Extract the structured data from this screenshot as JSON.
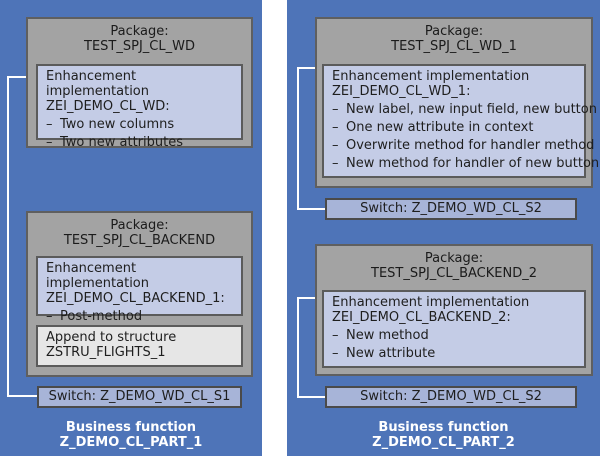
{
  "left": {
    "package_wd": {
      "title_line1": "Package:",
      "title_line2": "TEST_SPJ_CL_WD",
      "enhancement": {
        "line1": "Enhancement implementation",
        "line2": "ZEI_DEMO_CL_WD:",
        "items": [
          "Two new columns",
          "Two new attributes"
        ]
      }
    },
    "package_backend": {
      "title_line1": "Package:",
      "title_line2": "TEST_SPJ_CL_BACKEND",
      "enhancement": {
        "line1": "Enhancement implementation",
        "line2": "ZEI_DEMO_CL_BACKEND_1:",
        "items": [
          "Post-method"
        ]
      },
      "append": {
        "line1": "Append to structure",
        "line2": "ZSTRU_FLIGHTS_1"
      }
    },
    "switch": "Switch: Z_DEMO_WD_CL_S1",
    "business_function": {
      "line1": "Business function",
      "line2": "Z_DEMO_CL_PART_1"
    }
  },
  "right": {
    "package_wd": {
      "title_line1": "Package:",
      "title_line2": "TEST_SPJ_CL_WD_1",
      "enhancement": {
        "line1": "Enhancement implementation",
        "line2": "ZEI_DEMO_CL_WD_1:",
        "items": [
          "New label, new input field, new button",
          "One new attribute in context",
          "Overwrite method for handler method",
          "New method for handler of new button"
        ]
      }
    },
    "switch_top": "Switch: Z_DEMO_WD_CL_S2",
    "package_backend": {
      "title_line1": "Package:",
      "title_line2": "TEST_SPJ_CL_BACKEND_2",
      "enhancement": {
        "line1": "Enhancement implementation",
        "line2": "ZEI_DEMO_CL_BACKEND_2:",
        "items": [
          "New method",
          "New attribute"
        ]
      }
    },
    "switch_bottom": "Switch: Z_DEMO_WD_CL_S2",
    "business_function": {
      "line1": "Business function",
      "line2": "Z_DEMO_CL_PART_2"
    }
  },
  "list_dash": "–",
  "colors": {
    "business_function_bg": "#4e74b8",
    "package_bg": "#a3a3a3",
    "enhancement_bg": "#c4cce6",
    "append_bg": "#e6e6e6",
    "switch_bg": "#a7b4d8",
    "connector": "#ffffff"
  }
}
